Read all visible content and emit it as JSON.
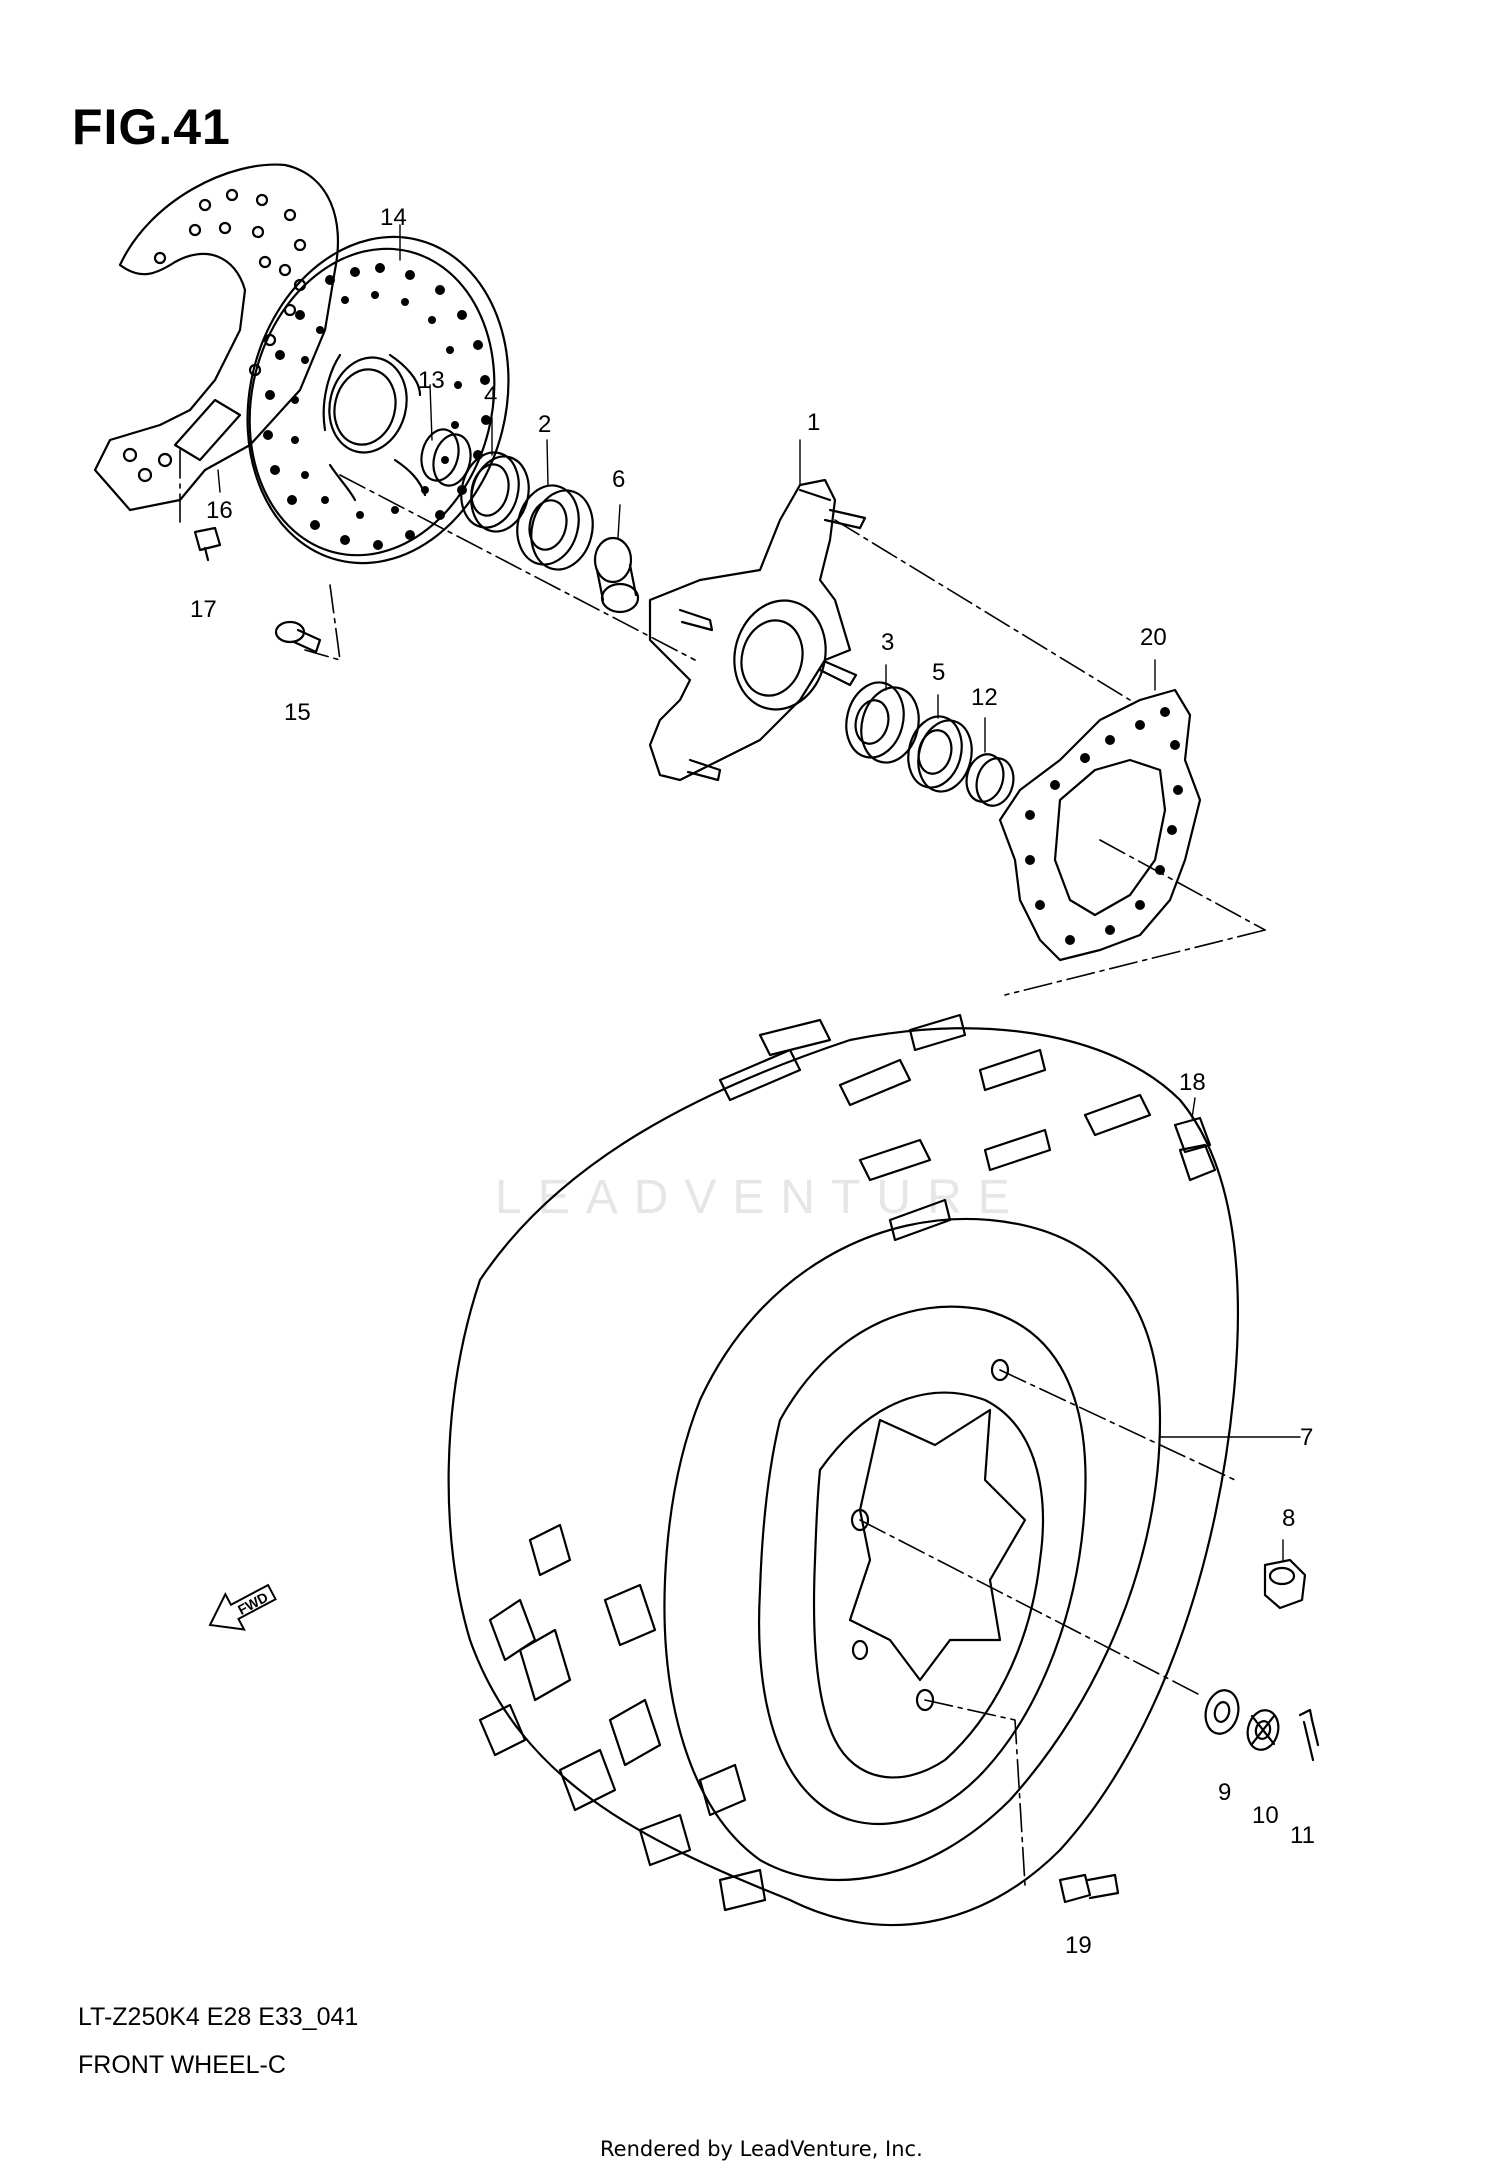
{
  "figure_title": "FIG.41",
  "diagram_code": "LT-Z250K4 E28 E33_041",
  "diagram_name": "FRONT WHEEL-C",
  "footer": "Rendered by LeadVenture, Inc.",
  "watermark": "LEADVENTURE",
  "fwd_label": "FWD",
  "callouts": {
    "c1": "1",
    "c2": "2",
    "c3": "3",
    "c4": "4",
    "c5": "5",
    "c6": "6",
    "c7": "7",
    "c8": "8",
    "c9": "9",
    "c10": "10",
    "c11": "11",
    "c12": "12",
    "c13": "13",
    "c14": "14",
    "c15": "15",
    "c16": "16",
    "c17": "17",
    "c18": "18",
    "c19": "19",
    "c20": "20"
  }
}
